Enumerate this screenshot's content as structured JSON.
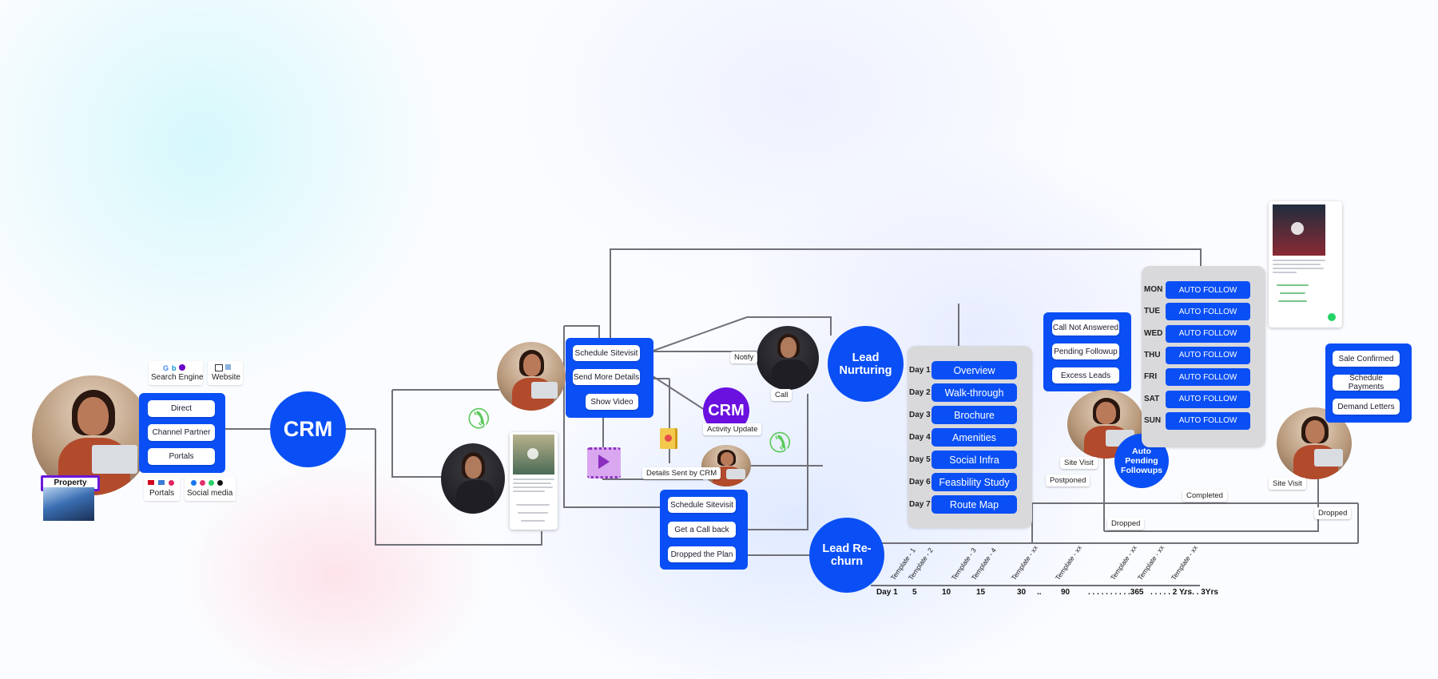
{
  "sources": {
    "search_engine": "Search Engine",
    "website": "Website",
    "portals": "Portals",
    "social_media": "Social media",
    "property": "Property"
  },
  "channels": [
    "Direct",
    "Channel Partner",
    "Portals"
  ],
  "crm_main": "CRM",
  "actions_top": [
    "Schedule Sitevisit",
    "Send More Details",
    "Show Video"
  ],
  "actions_bottom": [
    "Schedule Sitevisit",
    "Get a Call back",
    "Dropped the Plan"
  ],
  "labels": {
    "notify": "Notify",
    "call": "Call",
    "activity_update": "Activity Update",
    "details_sent": "Details Sent by CRM",
    "crm_small": "CRM",
    "site_visit_1": "Site Visit",
    "postponed": "Postponed",
    "dropped_1": "Dropped",
    "completed": "Completed",
    "site_visit_2": "Site Visit",
    "dropped_2": "Dropped"
  },
  "lead_nurturing": "Lead Nurturing",
  "lead_rechurn": "Lead Re-churn",
  "nurturing_days": [
    {
      "day": "Day 1",
      "topic": "Overview"
    },
    {
      "day": "Day 2",
      "topic": "Walk-through"
    },
    {
      "day": "Day 3",
      "topic": "Brochure"
    },
    {
      "day": "Day 4",
      "topic": "Amenities"
    },
    {
      "day": "Day 5",
      "topic": "Social Infra"
    },
    {
      "day": "Day 6",
      "topic": "Feasbility Study"
    },
    {
      "day": "Day 7",
      "topic": "Route Map"
    }
  ],
  "call_status": [
    "Call Not Answered",
    "Pending Followup",
    "Excess Leads"
  ],
  "auto_pending": "Auto Pending Followups",
  "weekdays": [
    {
      "day": "MON",
      "label": "AUTO FOLLOW"
    },
    {
      "day": "TUE",
      "label": "AUTO FOLLOW"
    },
    {
      "day": "WED",
      "label": "AUTO FOLLOW"
    },
    {
      "day": "THU",
      "label": "AUTO FOLLOW"
    },
    {
      "day": "FRI",
      "label": "AUTO FOLLOW"
    },
    {
      "day": "SAT",
      "label": "AUTO FOLLOW"
    },
    {
      "day": "SUN",
      "label": "AUTO FOLLOW"
    }
  ],
  "final_actions": [
    "Sale Confirmed",
    "Schedule Payments",
    "Demand Letters"
  ],
  "timeline": {
    "templates": [
      "Template - 1",
      "Template - 2",
      "Template - 3",
      "Template - 4",
      "Template - xx",
      "Template - xx",
      "Template - xx",
      "Template - xx",
      "Template - xx"
    ],
    "numbers": [
      "Day  1",
      "5",
      "10",
      "15",
      "30",
      "..",
      "90",
      ". . . . .  . . . . .365",
      ". . . . . 2 Yrs",
      ". . . . 3Yrs"
    ]
  },
  "colors": {
    "accent": "#0a4ff5",
    "panel": "#d9d9dc",
    "wire": "#6e6e74"
  }
}
